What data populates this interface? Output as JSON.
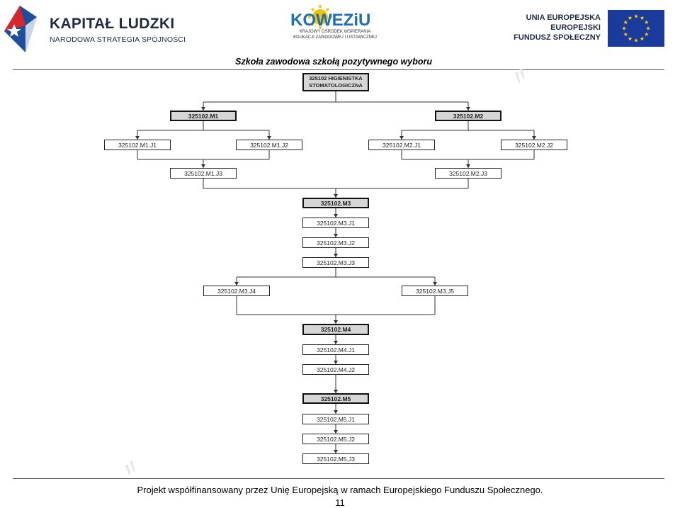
{
  "header": {
    "kapital_title": "KAPITAŁ LUDZKI",
    "kapital_subtitle": "NARODOWA STRATEGIA SPÓJNOŚCI",
    "kowezu_name": "KOWEZiU",
    "kowezu_line1": "KRAJOWY OŚRODEK WSPIERANIA",
    "kowezu_line2": "EDUKACJI ZAWODOWEJ I USTAWICZNEJ",
    "eu_line1": "UNIA EUROPEJSKA",
    "eu_line2": "EUROPEJSKI",
    "eu_line3": "FUNDUSZ SPOŁECZNY",
    "page_header": "Szkoła zawodowa szkołą pozytywnego wyboru"
  },
  "diagram": {
    "root": "325102 HIGIENISTKA STOMATOLOGICZNA",
    "m1": "325102.M1",
    "m1_j1": "325102.M1.J1",
    "m1_j2": "325102.M1.J2",
    "m1_j3": "325102.M1.J3",
    "m2": "325102.M2",
    "m2_j1": "325102.M2.J1",
    "m2_j2": "325102.M2.J2",
    "m2_j3": "325102.M2.J3",
    "m3": "325102.M3",
    "m3_j1": "325102.M3.J1",
    "m3_j2": "325102.M3.J2",
    "m3_j3": "325102.M3.J3",
    "m3_j4": "325102.M3.J4",
    "m3_j5": "325102.M3.J5",
    "m4": "325102.M4",
    "m4_j1": "325102.M4.J1",
    "m4_j2": "325102.M4.J2",
    "m5": "325102.M5",
    "m5_j1": "325102.M5.J1",
    "m5_j2": "325102.M5.J2",
    "m5_j3": "325102.M5.J3"
  },
  "footer": {
    "text": "Projekt współfinansowany przez Unię Europejską w ramach Europejskiego Funduszu Społecznego.",
    "page_number": "11"
  },
  "colors": {
    "kl_red": "#d6262b",
    "kl_blue": "#1f4e9c",
    "eu_blue": "#1a3a9c",
    "eu_star": "#ffd400",
    "kowezu_yellow": "#f2c300",
    "kowezu_blue": "#1e6fb8"
  }
}
